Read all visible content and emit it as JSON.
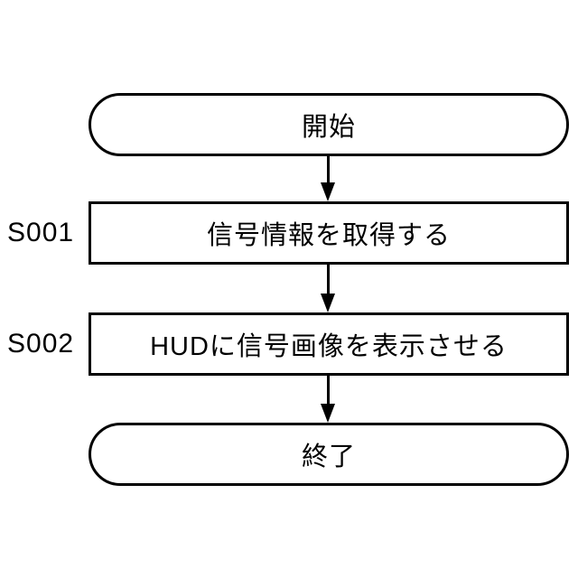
{
  "diagram": {
    "type": "flowchart",
    "colors": {
      "background": "#ffffff",
      "stroke": "#000000",
      "node_fill": "#ffffff"
    },
    "terminals": {
      "start_label": "開始",
      "end_label": "終了"
    },
    "steps": [
      {
        "id": "S001",
        "text": "信号情報を取得する"
      },
      {
        "id": "S002",
        "text": "HUDに信号画像を表示させる"
      }
    ],
    "connectors": [
      {
        "from": "start",
        "to": "S001",
        "style": "solid-arrow-down"
      },
      {
        "from": "S001",
        "to": "S002",
        "style": "solid-arrow-down"
      },
      {
        "from": "S002",
        "to": "end",
        "style": "solid-arrow-down"
      }
    ]
  }
}
